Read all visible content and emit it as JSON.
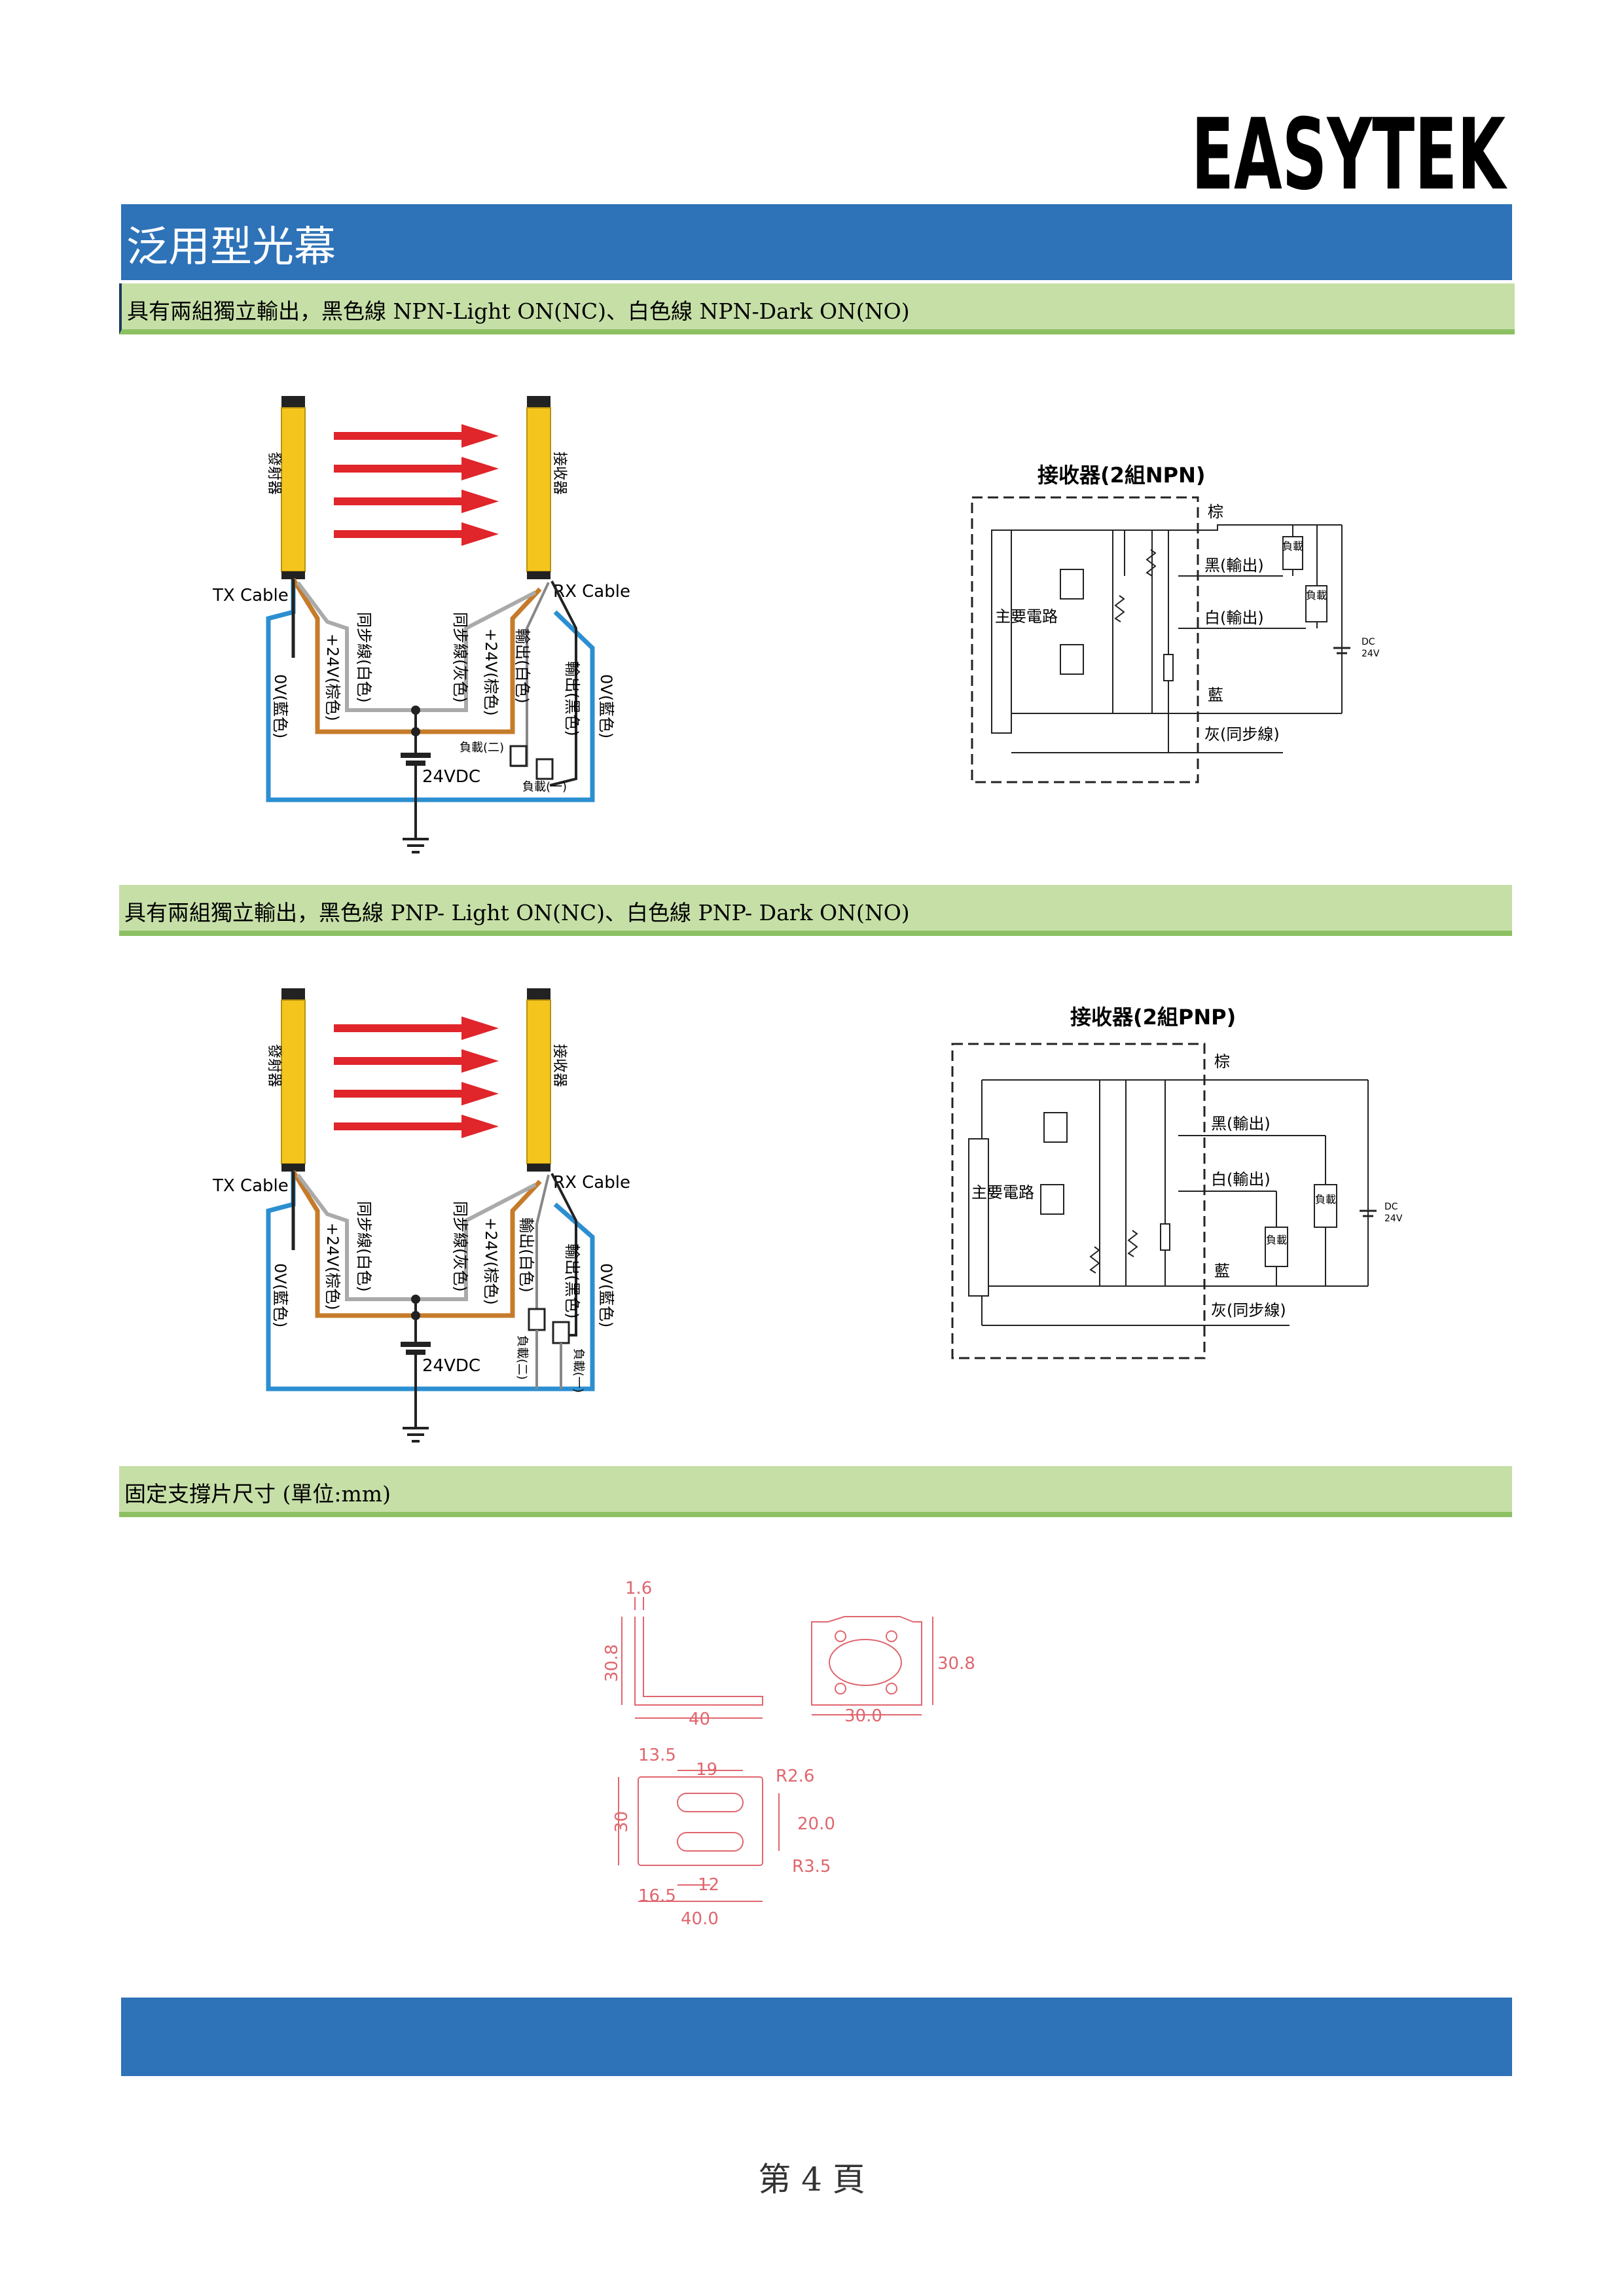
{
  "logo": {
    "text": "EASYTEK"
  },
  "title": "泛用型光幕",
  "sections": [
    {
      "heading": "具有兩組獨立輸出，黑色線 NPN-Light ON(NC)、白色線 NPN-Dark ON(NO)"
    },
    {
      "heading": "具有兩組獨立輸出，黑色線 PNP- Light ON(NC)、白色線 PNP- Dark ON(NO)"
    },
    {
      "heading": "固定支撐片尺寸 (單位:mm)"
    }
  ],
  "wiring": {
    "emitter": "發射器",
    "receiver": "接收器",
    "tx_cable": "TX Cable",
    "rx_cable": "RX Cable",
    "ov_blue": "0V(藍色)",
    "p24_brown": "+24V(棕色)",
    "sync_white": "同步線(白色)",
    "sync_gray": "同步線(灰色)",
    "out_white": "輸出(白色)",
    "out_black": "輸出(黑色)",
    "load2": "負載(二)",
    "load1": "負載(一)",
    "vdc": "24VDC"
  },
  "circuit_npn": {
    "title": "接收器(2組NPN)",
    "main_circuit": "主要電路",
    "brown": "棕",
    "black_out": "黑(輸出)",
    "white_out": "白(輸出)",
    "blue": "藍",
    "gray_sync": "灰(同步線)",
    "load": "負載",
    "dc": "DC",
    "dc_v": "24V"
  },
  "circuit_pnp": {
    "title": "接收器(2組PNP)",
    "main_circuit": "主要電路",
    "brown": "棕",
    "black_out": "黑(輸出)",
    "white_out": "白(輸出)",
    "blue": "藍",
    "gray_sync": "灰(同步線)",
    "load": "負載",
    "dc": "DC",
    "dc_v": "24V"
  },
  "bracket": {
    "d_1_6": "1.6",
    "d_30_8_side": "30.8",
    "d_40": "40",
    "d_30_8_front": "30.8",
    "d_30_0": "30.0",
    "d_13_5": "13.5",
    "d_19": "19",
    "d_r2_6": "R2.6",
    "d_30": "30",
    "d_20_0": "20.0",
    "d_r3_5": "R3.5",
    "d_12": "12",
    "d_16_5": "16.5",
    "d_40_0": "40.0"
  },
  "colors": {
    "blue_bar": "#2e72b8",
    "green_bar": "#c6dfa7",
    "green_line": "#8dc063",
    "bracket_red": "#e0666e"
  },
  "footer": {
    "page": "第 4 頁"
  }
}
